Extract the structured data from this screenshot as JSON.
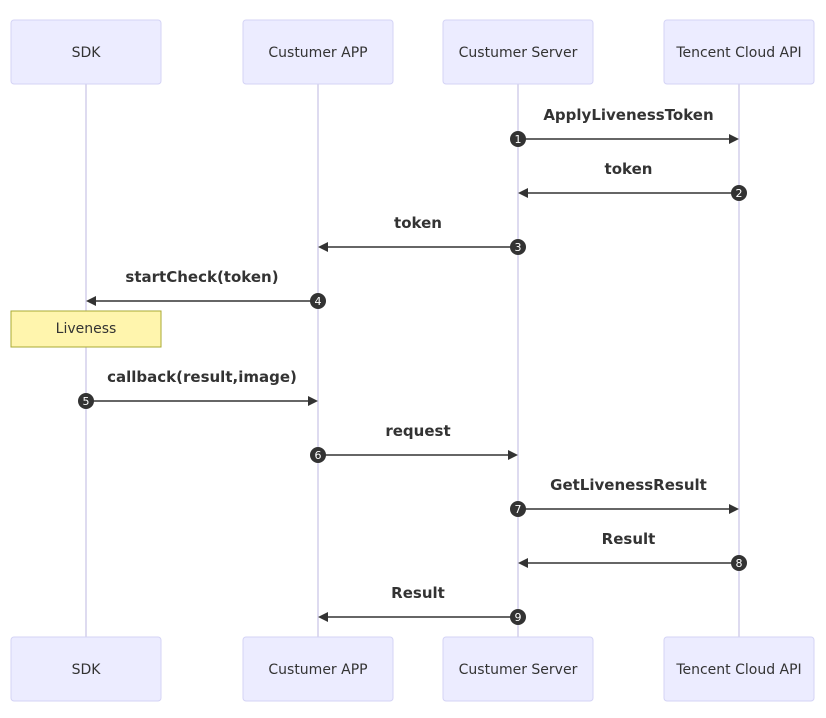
{
  "participants": [
    {
      "id": "sdk",
      "label": "SDK"
    },
    {
      "id": "app",
      "label": "Custumer APP"
    },
    {
      "id": "server",
      "label": "Custumer Server"
    },
    {
      "id": "cloud",
      "label": "Tencent Cloud API"
    }
  ],
  "messages": [
    {
      "seq": "1",
      "from": "server",
      "to": "cloud",
      "label": "ApplyLivenessToken"
    },
    {
      "seq": "2",
      "from": "cloud",
      "to": "server",
      "label": "token"
    },
    {
      "seq": "3",
      "from": "server",
      "to": "app",
      "label": "token"
    },
    {
      "seq": "4",
      "from": "app",
      "to": "sdk",
      "label": "startCheck(token)"
    },
    {
      "seq": "5",
      "from": "sdk",
      "to": "app",
      "label": "callback(result,image)"
    },
    {
      "seq": "6",
      "from": "app",
      "to": "server",
      "label": "request"
    },
    {
      "seq": "7",
      "from": "server",
      "to": "cloud",
      "label": "GetLivenessResult"
    },
    {
      "seq": "8",
      "from": "cloud",
      "to": "server",
      "label": "Result"
    },
    {
      "seq": "9",
      "from": "server",
      "to": "app",
      "label": "Result"
    }
  ],
  "note": {
    "over": "sdk",
    "label": "Liveness"
  },
  "colors": {
    "actor_fill": "#ececff",
    "actor_stroke": "#d4d3f5",
    "lifeline": "#d6d2ec",
    "line": "#333333",
    "note_fill": "#fff5ad",
    "note_stroke": "#aaaa33"
  }
}
